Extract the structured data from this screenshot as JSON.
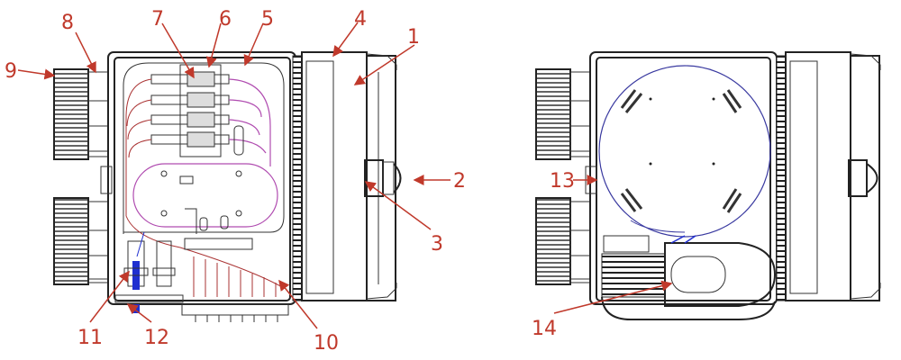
{
  "diagram": {
    "left_view": {
      "callouts": [
        {
          "id": "1",
          "label": "1"
        },
        {
          "id": "2",
          "label": "2"
        },
        {
          "id": "3",
          "label": "3"
        },
        {
          "id": "4",
          "label": "4"
        },
        {
          "id": "5",
          "label": "5"
        },
        {
          "id": "6",
          "label": "6"
        },
        {
          "id": "7",
          "label": "7"
        },
        {
          "id": "8",
          "label": "8"
        },
        {
          "id": "9",
          "label": "9"
        },
        {
          "id": "10",
          "label": "10"
        },
        {
          "id": "11",
          "label": "11"
        },
        {
          "id": "12",
          "label": "12"
        }
      ]
    },
    "right_view": {
      "callouts": [
        {
          "id": "13",
          "label": "13"
        },
        {
          "id": "14",
          "label": "14"
        }
      ]
    },
    "colors": {
      "callout": "#c0392b",
      "fiber": "#b04cb0",
      "pigtail": "#aa3333",
      "adapter": "#1f2fd0"
    }
  }
}
